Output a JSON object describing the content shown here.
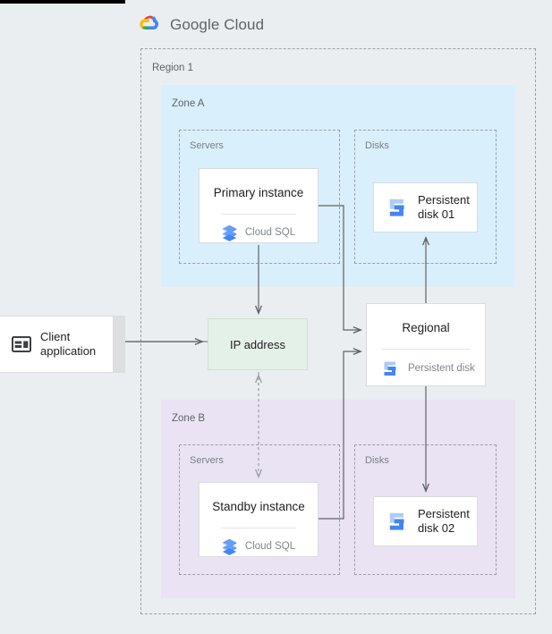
{
  "brand": {
    "name_bold": "Google",
    "name_light": "Cloud",
    "logo_icon": "google-cloud-logo-icon",
    "colors": {
      "red": "#EA4335",
      "yellow": "#FBBC04",
      "green": "#34A853",
      "blue": "#4285F4",
      "text": "#5f6368"
    }
  },
  "diagram": {
    "region": {
      "label": "Region 1"
    },
    "zones": [
      {
        "id": "zone-a",
        "label": "Zone A",
        "color": "#d9effc"
      },
      {
        "id": "zone-b",
        "label": "Zone B",
        "color": "#eae3f4"
      }
    ],
    "groups": {
      "servers_a": "Servers",
      "disks_a": "Disks",
      "servers_b": "Servers",
      "disks_b": "Disks"
    },
    "nodes": {
      "client": {
        "title": "Client",
        "title2": "application",
        "icon": "client-application-icon"
      },
      "ip_address": {
        "title": "IP address",
        "color": "#e4f1e8"
      },
      "primary_instance": {
        "title": "Primary instance",
        "service": "Cloud SQL",
        "icon": "cloud-sql-icon"
      },
      "standby_instance": {
        "title": "Standby instance",
        "service": "Cloud SQL",
        "icon": "cloud-sql-icon"
      },
      "regional_disk": {
        "title": "Regional",
        "service": "Persistent disk",
        "icon": "persistent-disk-icon"
      },
      "disk01": {
        "title": "Persistent",
        "title2": "disk 01",
        "icon": "persistent-disk-icon"
      },
      "disk02": {
        "title": "Persistent",
        "title2": "disk 02",
        "icon": "persistent-disk-icon"
      }
    },
    "connectors": [
      {
        "from": "ip_address",
        "to": "client",
        "style": "solid-thick"
      },
      {
        "from": "primary_instance",
        "to": "ip_address",
        "style": "solid"
      },
      {
        "from": "standby_instance",
        "to": "ip_address",
        "style": "dashed"
      },
      {
        "from": "primary_instance",
        "to": "regional_disk",
        "style": "solid"
      },
      {
        "from": "standby_instance",
        "to": "regional_disk",
        "style": "solid"
      },
      {
        "from": "regional_disk",
        "to": "disk01",
        "style": "solid"
      },
      {
        "from": "regional_disk",
        "to": "disk02",
        "style": "solid"
      },
      {
        "from": "ip_address",
        "to": "standby_instance",
        "style": "dashed"
      }
    ]
  }
}
